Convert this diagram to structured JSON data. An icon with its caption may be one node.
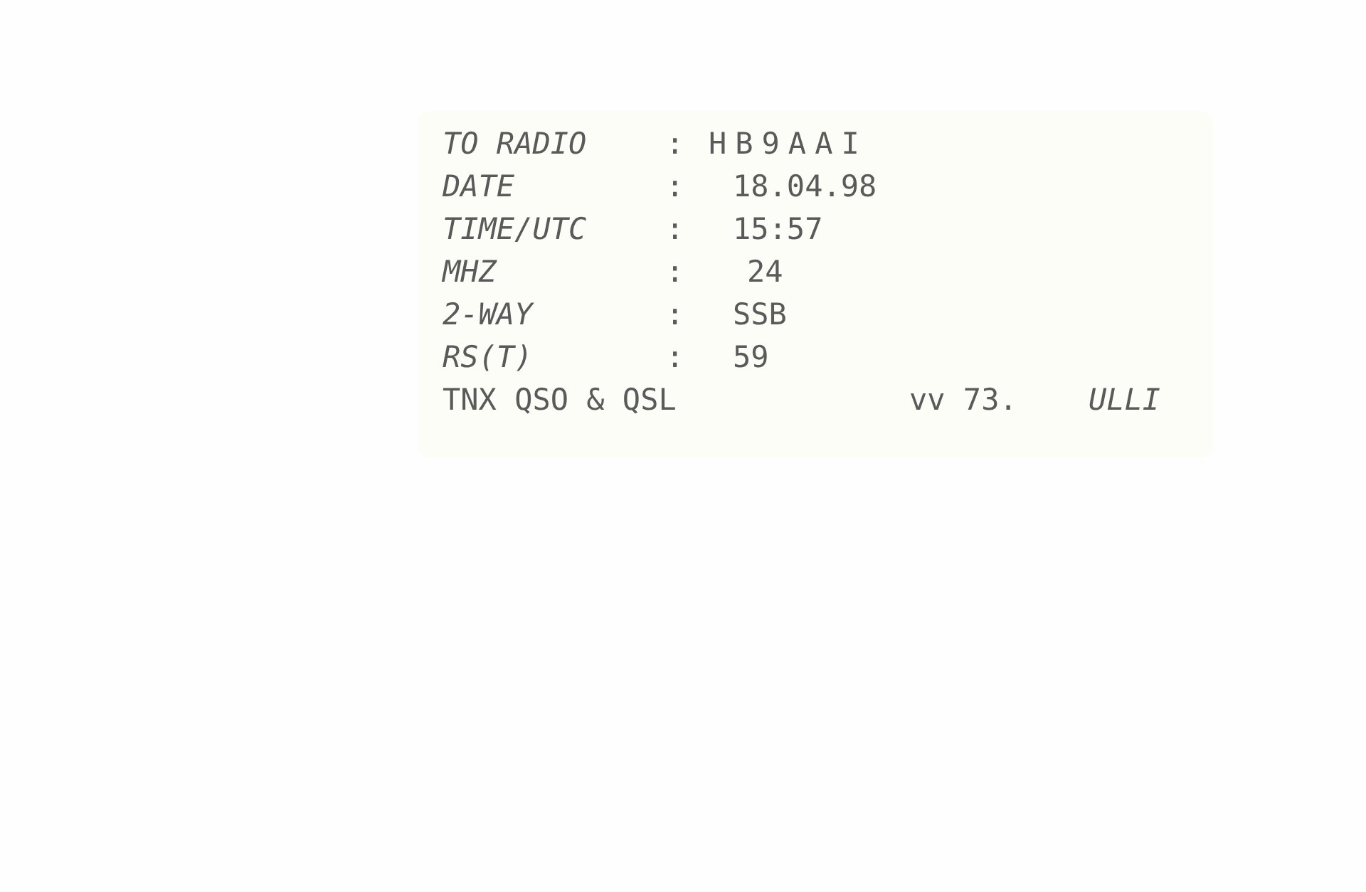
{
  "diagram": {
    "nodes": [
      {
        "text": [
          "TO RADIO",
          ":",
          "HB9AAI",
          "DATE",
          ":",
          "18.04.98",
          "TIME/UTC",
          ":",
          "15:57",
          "MHZ",
          ":",
          "24",
          "2-WAY",
          ":",
          "SSB",
          "RS(T)",
          ":",
          "59",
          "TNX QSO & QSL",
          "vv 73.",
          "ULLI"
        ]
      }
    ]
  }
}
